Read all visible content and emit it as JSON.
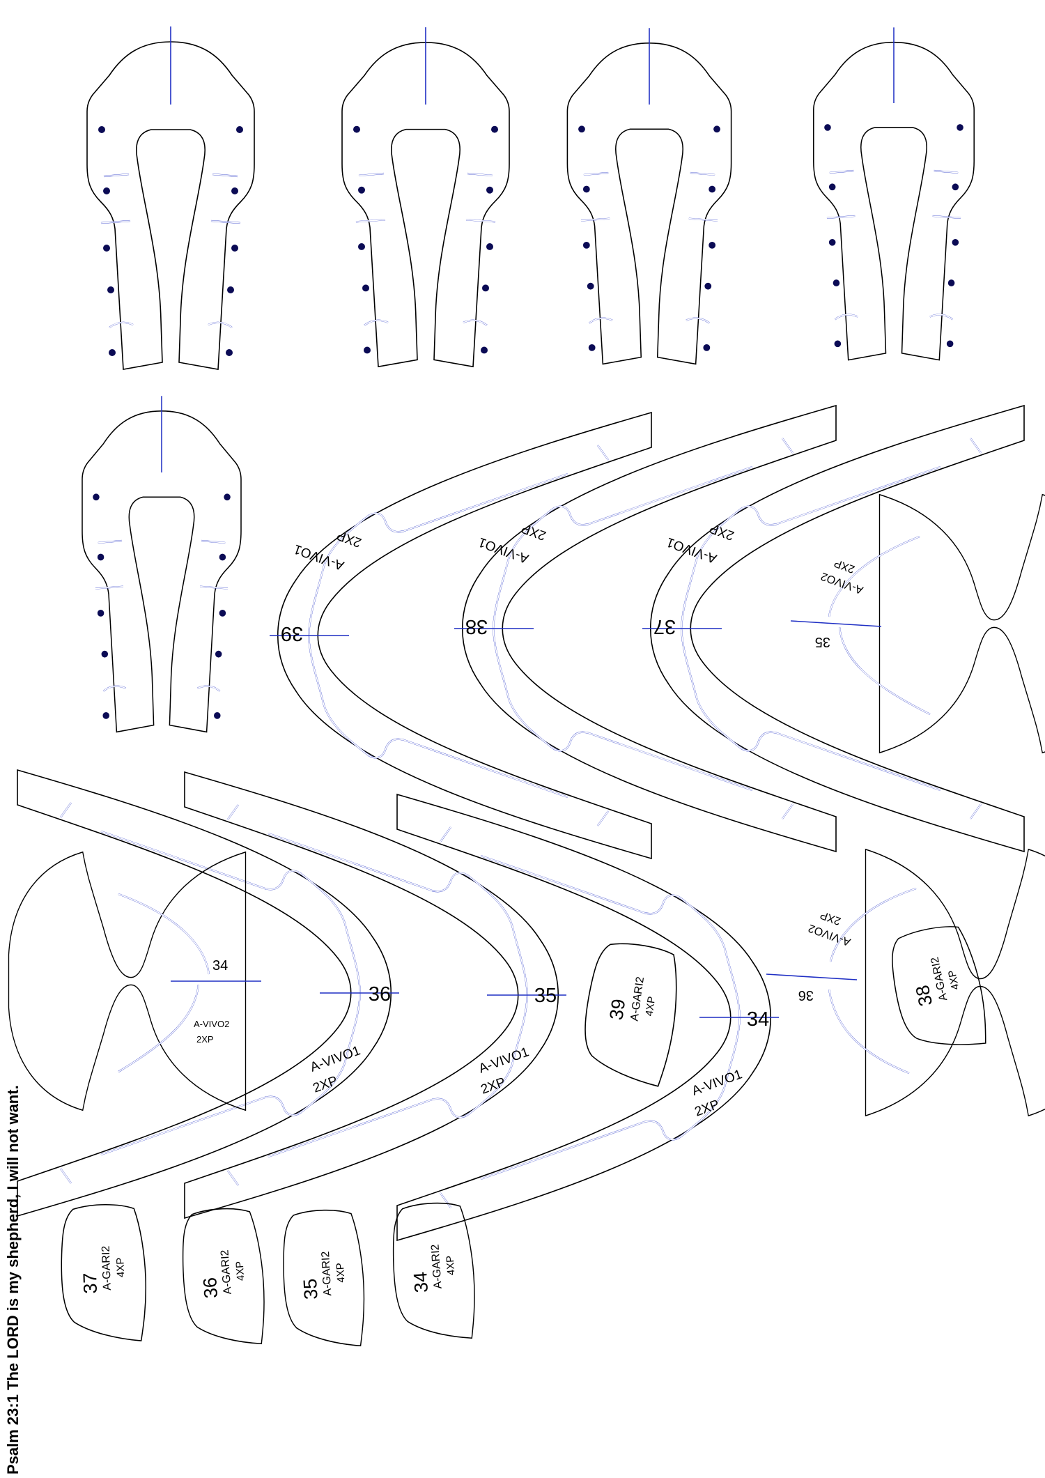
{
  "verse": "Psalm 23:1 The LORD is my shepherd, I will not want.",
  "colors": {
    "outline": "#000000",
    "slot": "#1f2fc4",
    "hole": "#0b0b55"
  },
  "bands": [
    {
      "num": "39",
      "code": "A-VIVO1",
      "qty": "2XP"
    },
    {
      "num": "38",
      "code": "A-VIVO1",
      "qty": "2XP"
    },
    {
      "num": "37",
      "code": "A-VIVO1",
      "qty": "2XP"
    },
    {
      "num": "36",
      "code": "A-VIVO1",
      "qty": "2XP"
    },
    {
      "num": "35",
      "code": "A-VIVO1",
      "qty": "2XP"
    },
    {
      "num": "34",
      "code": "A-VIVO1",
      "qty": "2XP"
    }
  ],
  "arcs": [
    {
      "num": "35",
      "code": "A-VIVO2",
      "qty": "2XP"
    },
    {
      "num": "34",
      "code": "A-VIVO2",
      "qty": "2XP"
    },
    {
      "num": "36",
      "code": "A-VIVO2",
      "qty": "2XP"
    }
  ],
  "pads": [
    {
      "num": "39",
      "code": "A-GARI2",
      "qty": "4XP"
    },
    {
      "num": "38",
      "code": "A-GARI2",
      "qty": "4XP"
    },
    {
      "num": "37",
      "code": "A-GARI2",
      "qty": "4XP"
    },
    {
      "num": "36",
      "code": "A-GARI2",
      "qty": "4XP"
    },
    {
      "num": "35",
      "code": "A-GARI2",
      "qty": "4XP"
    },
    {
      "num": "34",
      "code": "A-GARI2",
      "qty": "4XP"
    }
  ]
}
